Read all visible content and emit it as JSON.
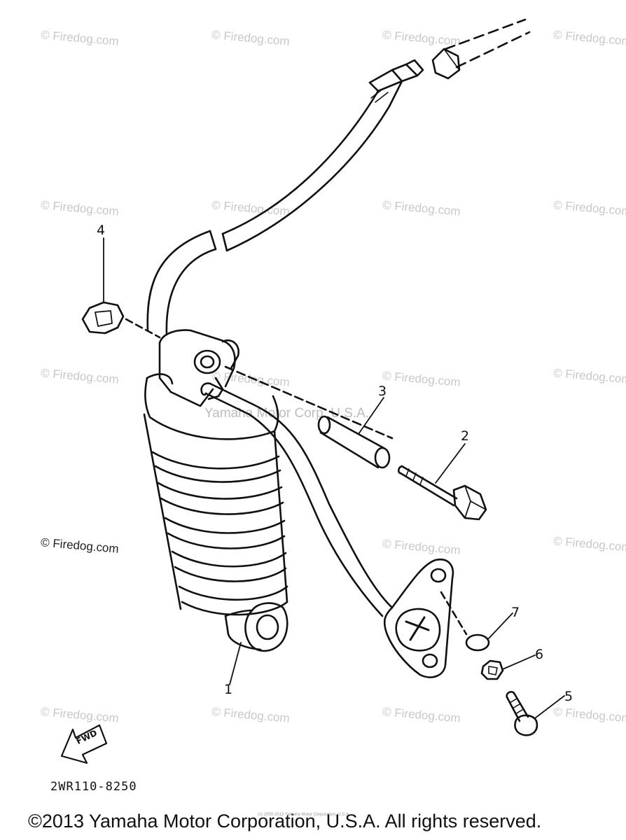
{
  "diagram": {
    "code": "2WR110-8250",
    "fwd_label": "FWD",
    "copyright": "©2013 Yamaha Motor Corporation, U.S.A. All rights reserved.",
    "small_copyright": "(c) 2000-2013 Yamaha Motor Corporation, U.S.A.",
    "center_watermark": "Yamaha Motor Corp. U.S.A.",
    "watermark": "© Firedog.com",
    "callouts": [
      "1",
      "2",
      "3",
      "4",
      "5",
      "6",
      "7"
    ]
  }
}
